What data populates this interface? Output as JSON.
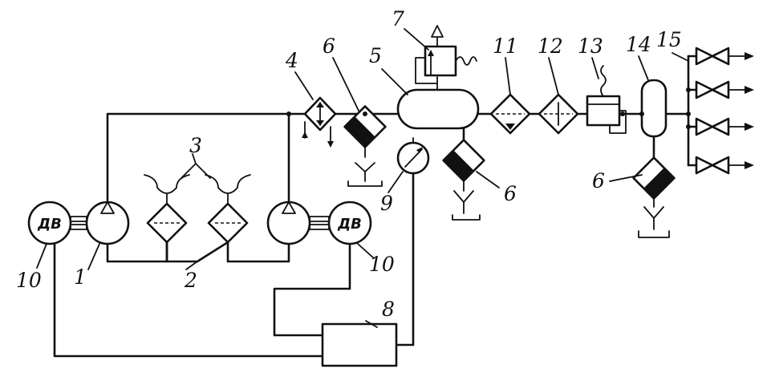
{
  "labels": {
    "n1": "1",
    "n2": "2",
    "n3": "3",
    "n4": "4",
    "n5": "5",
    "n6a": "6",
    "n6b": "6",
    "n6c": "6",
    "n7": "7",
    "n8": "8",
    "n9": "9",
    "n10a": "10",
    "n10b": "10",
    "n11": "11",
    "n12": "12",
    "n13": "13",
    "n14": "14",
    "n15": "15"
  },
  "motor_label": "ДВ",
  "icons": {
    "pump": "pump-icon",
    "motor": "electric-motor-icon",
    "filter": "filter-icon",
    "heat_exchanger": "heat-exchanger-icon",
    "receiver": "receiver-tank-icon",
    "separator": "separator-icon",
    "pressure_gauge": "pressure-gauge-icon",
    "valve": "valve-icon",
    "controller": "control-unit-icon"
  },
  "colors": {
    "ink": "#111111",
    "paper": "#ffffff"
  }
}
